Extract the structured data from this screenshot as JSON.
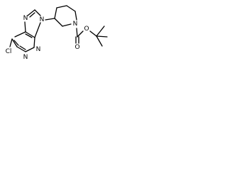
{
  "structure": {
    "atoms": {
      "cl": "Cl",
      "n1": "N",
      "n3": "N",
      "n7": "N",
      "n9": "N",
      "n_piperidine": "N",
      "o_carbonyl": "O",
      "o_ester": "O"
    }
  }
}
